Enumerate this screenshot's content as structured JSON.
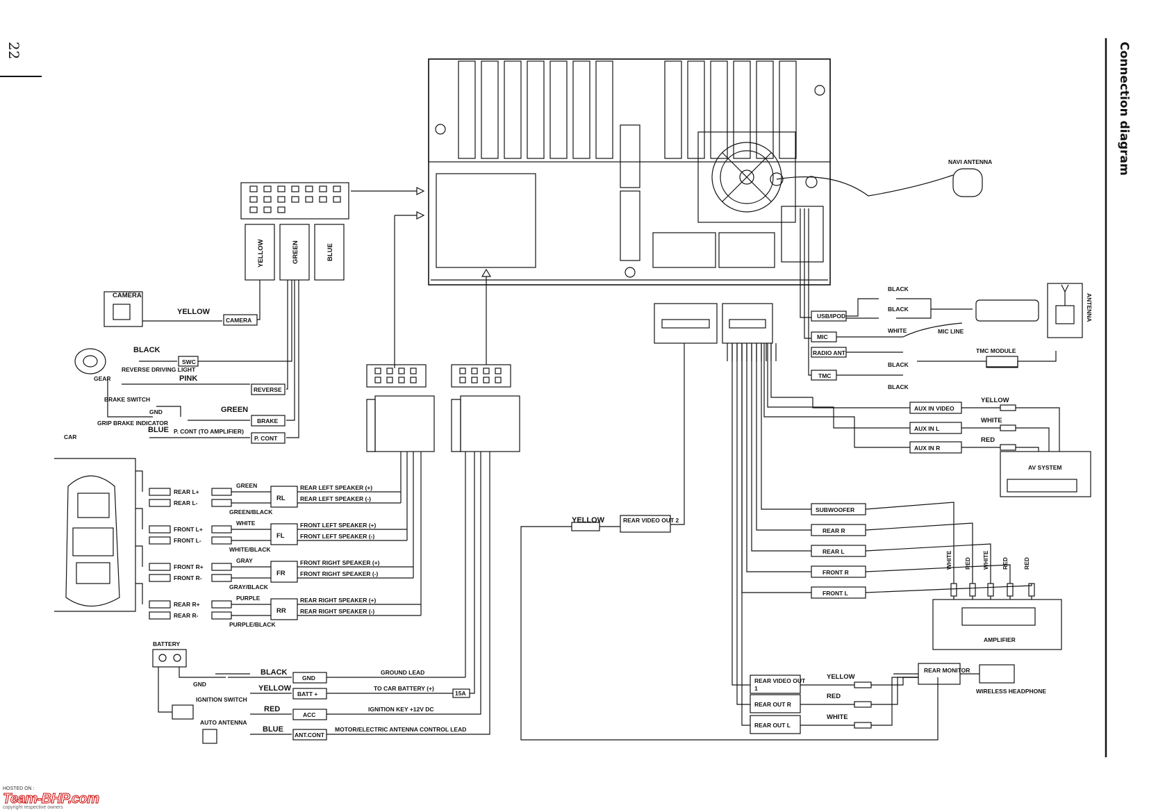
{
  "page_number": "22",
  "section_title": "Connection diagram",
  "watermark": {
    "hosted": "HOSTED ON :",
    "brand": "Team-BHP.com",
    "copyright": "copyright respective owners"
  },
  "colors": {
    "line": "#111111",
    "watermark": "#cc0000"
  },
  "top_harness": {
    "wires": [
      "YELLOW",
      "GREEN",
      "BLUE"
    ]
  },
  "camera": {
    "device": "CAMERA",
    "wire": "YELLOW",
    "terminal": "CAMERA"
  },
  "swc": {
    "wire": "BLACK",
    "terminal": "SWC"
  },
  "reverse": {
    "gear": "GEAR",
    "light": "REVERSE DRIVING LIGHT",
    "wire": "PINK",
    "terminal": "REVERSE"
  },
  "brake": {
    "switch": "BRAKE SWITCH",
    "gnd": "GND",
    "indicator": "GRIP BRAKE INDICATOR",
    "wire": "GREEN",
    "terminal": "BRAKE"
  },
  "pcont": {
    "wire": "BLUE",
    "desc": "P. CONT (TO AMPLIFIER)",
    "terminal": "P. CONT"
  },
  "car_label": "CAR",
  "speakers": [
    {
      "plus": "REAR L+",
      "minus": "REAR L-",
      "wire_plus": "GREEN",
      "wire_minus": "GREEN/BLACK",
      "ch": "RL",
      "desc_plus": "REAR LEFT SPEAKER (+)",
      "desc_minus": "REAR LEFT SPEAKER (-)"
    },
    {
      "plus": "FRONT L+",
      "minus": "FRONT L-",
      "wire_plus": "WHITE",
      "wire_minus": "WHITE/BLACK",
      "ch": "FL",
      "desc_plus": "FRONT LEFT SPEAKER (+)",
      "desc_minus": "FRONT LEFT SPEAKER (-)"
    },
    {
      "plus": "FRONT R+",
      "minus": "FRONT R-",
      "wire_plus": "GRAY",
      "wire_minus": "GRAY/BLACK",
      "ch": "FR",
      "desc_plus": "FRONT RIGHT SPEAKER (+)",
      "desc_minus": "FRONT RIGHT SPEAKER (-)"
    },
    {
      "plus": "REAR R+",
      "minus": "REAR R-",
      "wire_plus": "PURPLE",
      "wire_minus": "PURPLE/BLACK",
      "ch": "RR",
      "desc_plus": "REAR RIGHT SPEAKER (+)",
      "desc_minus": "REAR RIGHT SPEAKER (-)"
    }
  ],
  "power": {
    "battery": "BATTERY",
    "gnd": "GND",
    "ignition": "IGNITION SWITCH",
    "auto_antenna": "AUTO ANTENNA",
    "fuse": "15A",
    "rows": [
      {
        "wire": "BLACK",
        "terminal": "GND",
        "desc": "GROUND LEAD"
      },
      {
        "wire": "YELLOW",
        "terminal": "BATT +",
        "desc": "TO CAR BATTERY (+)"
      },
      {
        "wire": "RED",
        "terminal": "ACC",
        "desc": "IGNITION KEY +12V DC"
      },
      {
        "wire": "BLUE",
        "terminal": "ANT.CONT",
        "desc": "MOTOR/ELECTRIC ANTENNA CONTROL LEAD"
      }
    ]
  },
  "rear_video2": {
    "wire": "YELLOW",
    "terminal": "REAR VIDEO OUT 2"
  },
  "navi_antenna": "NAVI ANTENNA",
  "usb": {
    "terminal": "USB/IPOD",
    "wire1": "BLACK",
    "wire2": "BLACK"
  },
  "mic": {
    "terminal": "MIC",
    "wire": "WHITE",
    "line": "MIC LINE"
  },
  "radio": {
    "terminal": "RADIO ANT",
    "wire": "BLACK"
  },
  "tmc": {
    "terminal": "TMC",
    "wire": "BLACK",
    "module": "TMC MODULE",
    "antenna": "ANTENNA"
  },
  "aux": [
    {
      "terminal": "AUX IN VIDEO",
      "wire": "YELLOW"
    },
    {
      "terminal": "AUX IN L",
      "wire": "WHITE"
    },
    {
      "terminal": "AUX IN R",
      "wire": "RED"
    }
  ],
  "av_system": "AV SYSTEM",
  "pre_outs": [
    "SUBWOOFER",
    "REAR R",
    "REAR L",
    "FRONT R",
    "FRONT L"
  ],
  "amp_wires": [
    "WHITE",
    "RED",
    "WHITE",
    "RED",
    "RED"
  ],
  "amplifier": "AMPLIFIER",
  "rear_outs": [
    {
      "terminal": "REAR VIDEO OUT 1",
      "wire": "YELLOW"
    },
    {
      "terminal": "REAR OUT R",
      "wire": "RED"
    },
    {
      "terminal": "REAR OUT L",
      "wire": "WHITE"
    }
  ],
  "rear_monitor": "REAR MONITOR",
  "headphone": "WIRELESS HEADPHONE"
}
